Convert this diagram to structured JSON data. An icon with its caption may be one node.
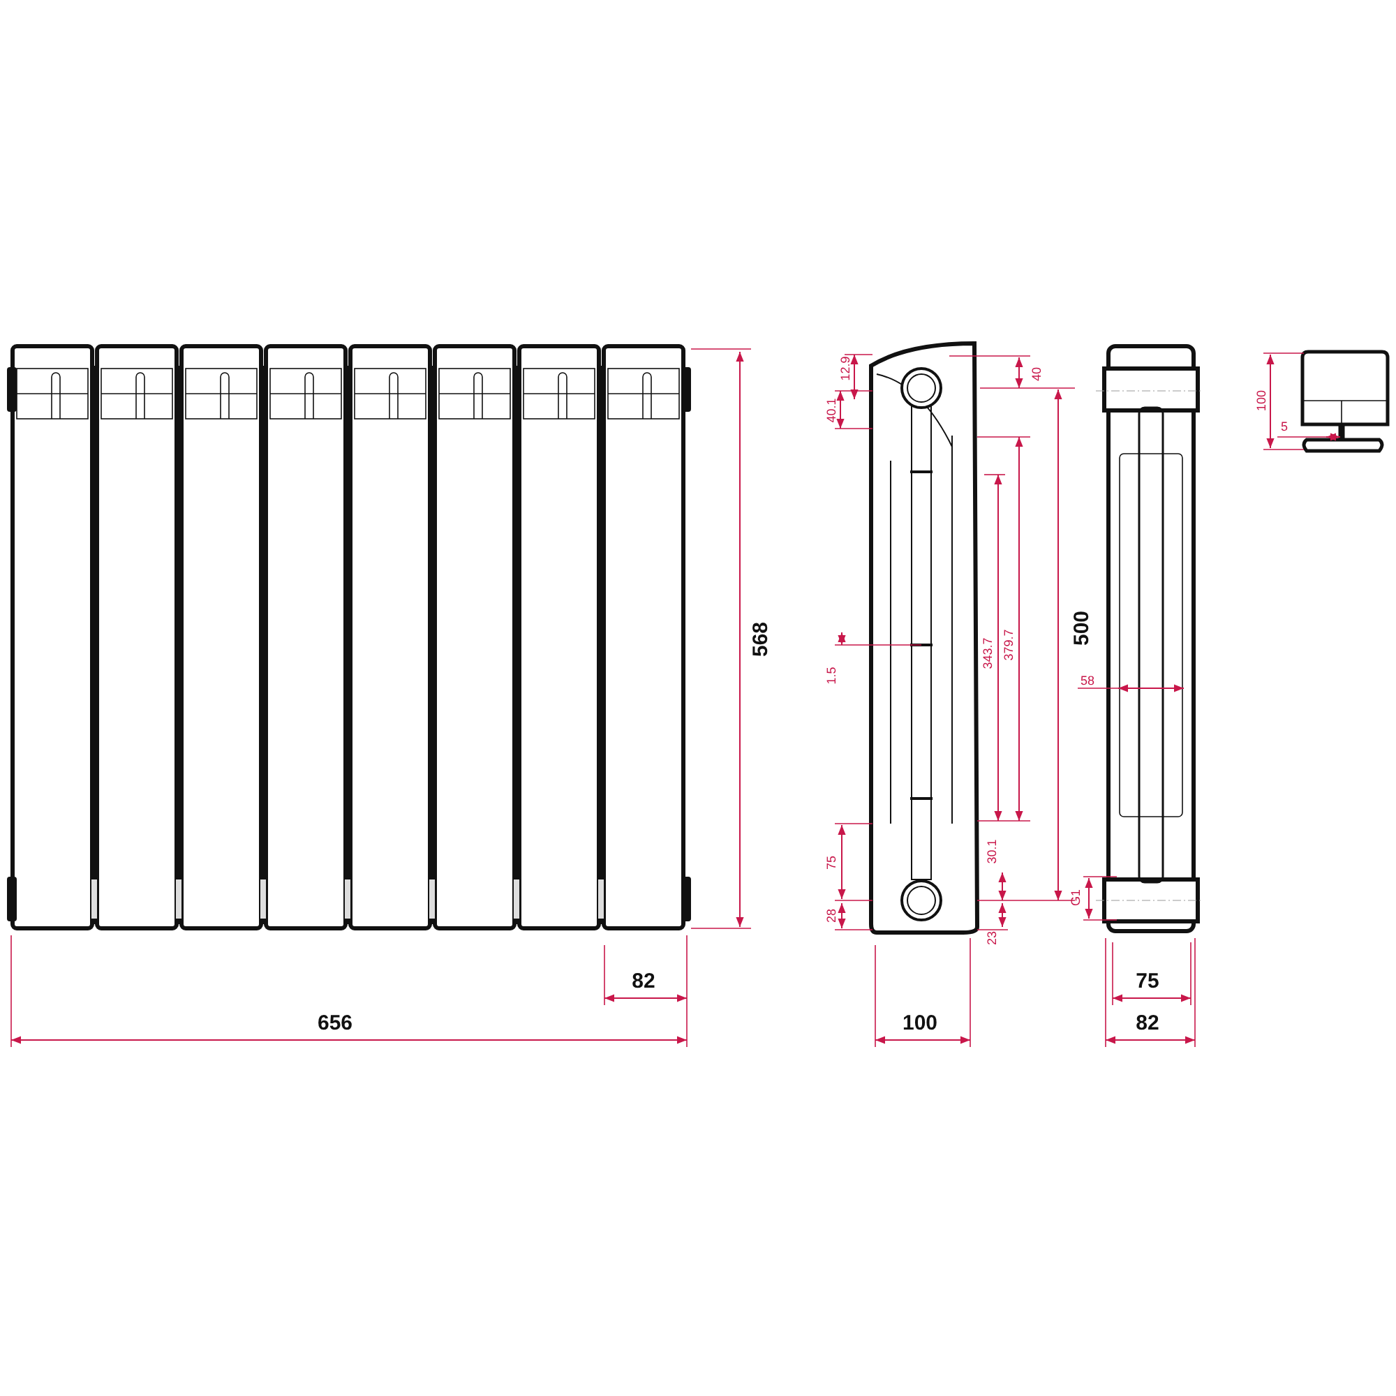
{
  "diagram": {
    "labels": [
      "568",
      "82",
      "656",
      "12.9",
      "40",
      "40.1",
      "379.7",
      "343.7",
      "500",
      "1.5",
      "30.1",
      "75",
      "28",
      "23",
      "100",
      "58",
      "G1",
      "75",
      "82",
      "100",
      "5"
    ]
  }
}
